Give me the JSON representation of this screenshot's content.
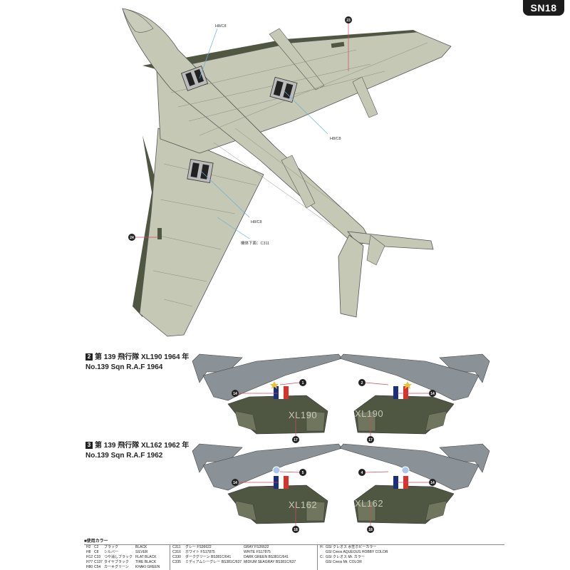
{
  "sheet_id": "SN18",
  "callouts": {
    "h8c8_a": "H8/C8",
    "h8c8_b": "H8/C8",
    "h8c8_c": "H8/C8",
    "underside": "機体下面：C311",
    "n23": "23",
    "n24": "24",
    "n1": "1",
    "n2": "2",
    "n4": "4",
    "n5": "5",
    "n14": "14",
    "n17": "17",
    "n18": "18"
  },
  "serials": {
    "xl190": "XL190",
    "xl162": "XL162"
  },
  "schemes": [
    {
      "num": "2",
      "jp": "第 139 飛行隊 XL190 1964 年",
      "en": "No.139 Sqn R.A.F 1964"
    },
    {
      "num": "3",
      "jp": "第 139 飛行隊 XL162 1962 年",
      "en": "No.139 Sqn R.A.F 1962"
    }
  ],
  "legend": {
    "title": "■使用カラー",
    "col1": [
      [
        "H2",
        "C2",
        "ブラック",
        "BLACK"
      ],
      [
        "H8",
        "C8",
        "シルバー",
        "SILVER"
      ],
      [
        "H12",
        "C33",
        "つや消しブラック",
        "FLAT BLACK"
      ],
      [
        "H77",
        "C137",
        "タイヤブラック",
        "TIRE BLACK"
      ],
      [
        "H80",
        "C54",
        "カーキグリーン",
        "KHAKI GREEN"
      ]
    ],
    "col2": [
      [
        "C311",
        "グレー FS36622",
        "GRAY FS26622"
      ],
      [
        "C316",
        "ホワイト FS17875",
        "WHITE FS17875"
      ],
      [
        "C330",
        "ダークグリーン BS381C/641",
        "DARK GREEN BS381C/641"
      ],
      [
        "C335",
        "ミディアムシーグレー BS381C/637",
        "MIDIUM SEAGRAY BS381C/637"
      ]
    ],
    "col3": [
      [
        "H：",
        "GSI クレオス 水性ホビーカラー"
      ],
      [
        "",
        "GSI Creos AQUEOUS HOBBY COLOR"
      ],
      [
        "C：",
        "GSI クレオス Mr. カラー"
      ],
      [
        "",
        "GSI Creos Mr. COLOR"
      ]
    ]
  },
  "colors": {
    "underside_gray": "#c5c8b5",
    "dark_green": "#4f5641",
    "sea_gray": "#8a9297",
    "flag_blue": "#1c2f7a",
    "flag_red": "#d8332b",
    "badge_yellow": "#e8c23a",
    "badge_blue": "#a9c8e8"
  }
}
